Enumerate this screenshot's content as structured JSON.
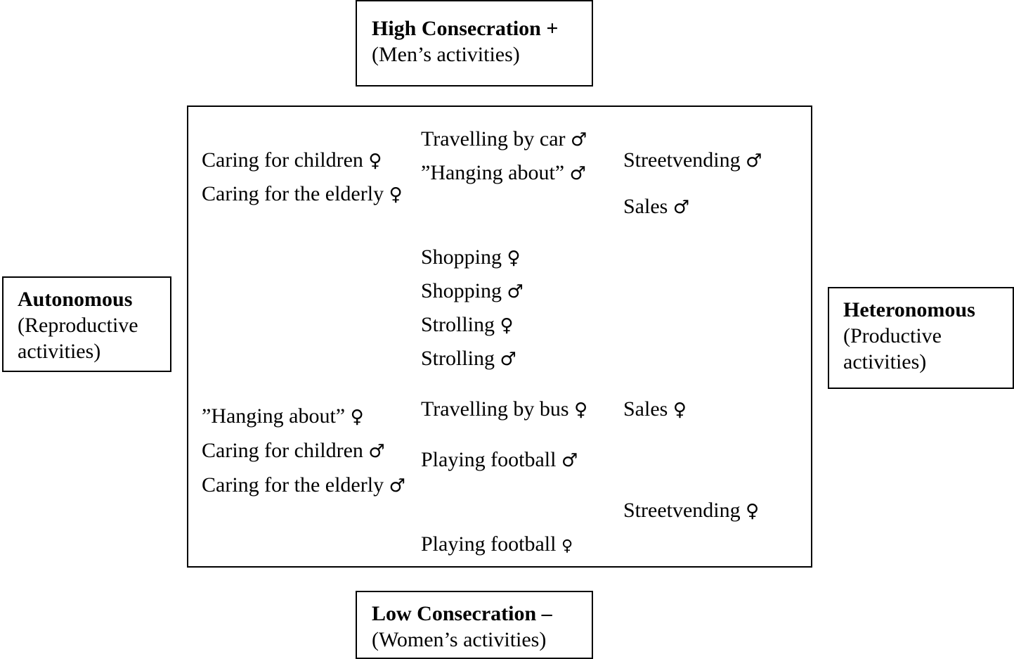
{
  "axes": {
    "top": {
      "title": "High Consecration +",
      "subtitle": "(Men’s activities)"
    },
    "bottom": {
      "title": "Low Consecration –",
      "subtitle": "(Women’s activities)"
    },
    "left": {
      "title": "Autonomous",
      "subtitle": "(Reproductive activities)"
    },
    "right": {
      "title": "Heteronomous",
      "subtitle": "(Productive activities)"
    }
  },
  "symbols": {
    "female": "♀",
    "male": "♂"
  },
  "activities": [
    {
      "text": "Caring for children",
      "gender": "♀"
    },
    {
      "text": "Caring for the elderly",
      "gender": "♀"
    },
    {
      "text": "Travelling by car",
      "gender": "♂"
    },
    {
      "text": "”Hanging about”",
      "gender": "♂"
    },
    {
      "text": "Streetvending",
      "gender": "♂"
    },
    {
      "text": "Sales",
      "gender": "♂"
    },
    {
      "text": "Shopping",
      "gender": "♀"
    },
    {
      "text": "Shopping",
      "gender": "♂"
    },
    {
      "text": "Strolling",
      "gender": "♀"
    },
    {
      "text": "Strolling",
      "gender": "♂"
    },
    {
      "text": "”Hanging about”",
      "gender": "♀"
    },
    {
      "text": "Caring for children",
      "gender": "♂"
    },
    {
      "text": "Caring for the elderly",
      "gender": "♂"
    },
    {
      "text": "Travelling by bus",
      "gender": "♀"
    },
    {
      "text": "Playing football",
      "gender": "♂"
    },
    {
      "text": "Sales",
      "gender": "♀"
    },
    {
      "text": "Streetvending",
      "gender": "♀"
    },
    {
      "text": "Playing football",
      "gender": "♀"
    }
  ]
}
